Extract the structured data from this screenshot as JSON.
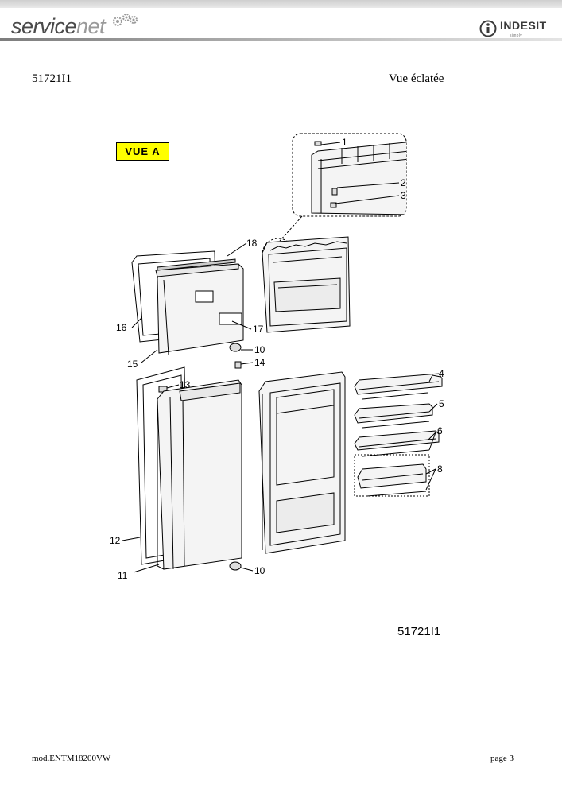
{
  "header": {
    "brand_left_a": "service",
    "brand_left_b": "net",
    "brand_right": "INDESIT",
    "brand_right_sub": "simply"
  },
  "document": {
    "code": "51721I1",
    "view_title": "Vue éclatée",
    "figure_code": "51721I1",
    "footer_model": "mod.ENTM18200VW",
    "footer_page": "page 3"
  },
  "diagram": {
    "view_label": "VUE A",
    "callouts": [
      "1",
      "2",
      "3",
      "4",
      "5",
      "6",
      "8",
      "10",
      "10",
      "11",
      "12",
      "13",
      "14",
      "15",
      "16",
      "17",
      "18"
    ],
    "colors": {
      "view_label_bg": "#ffff00",
      "line": "#000000",
      "part_fill": "#f2f2f2"
    }
  }
}
